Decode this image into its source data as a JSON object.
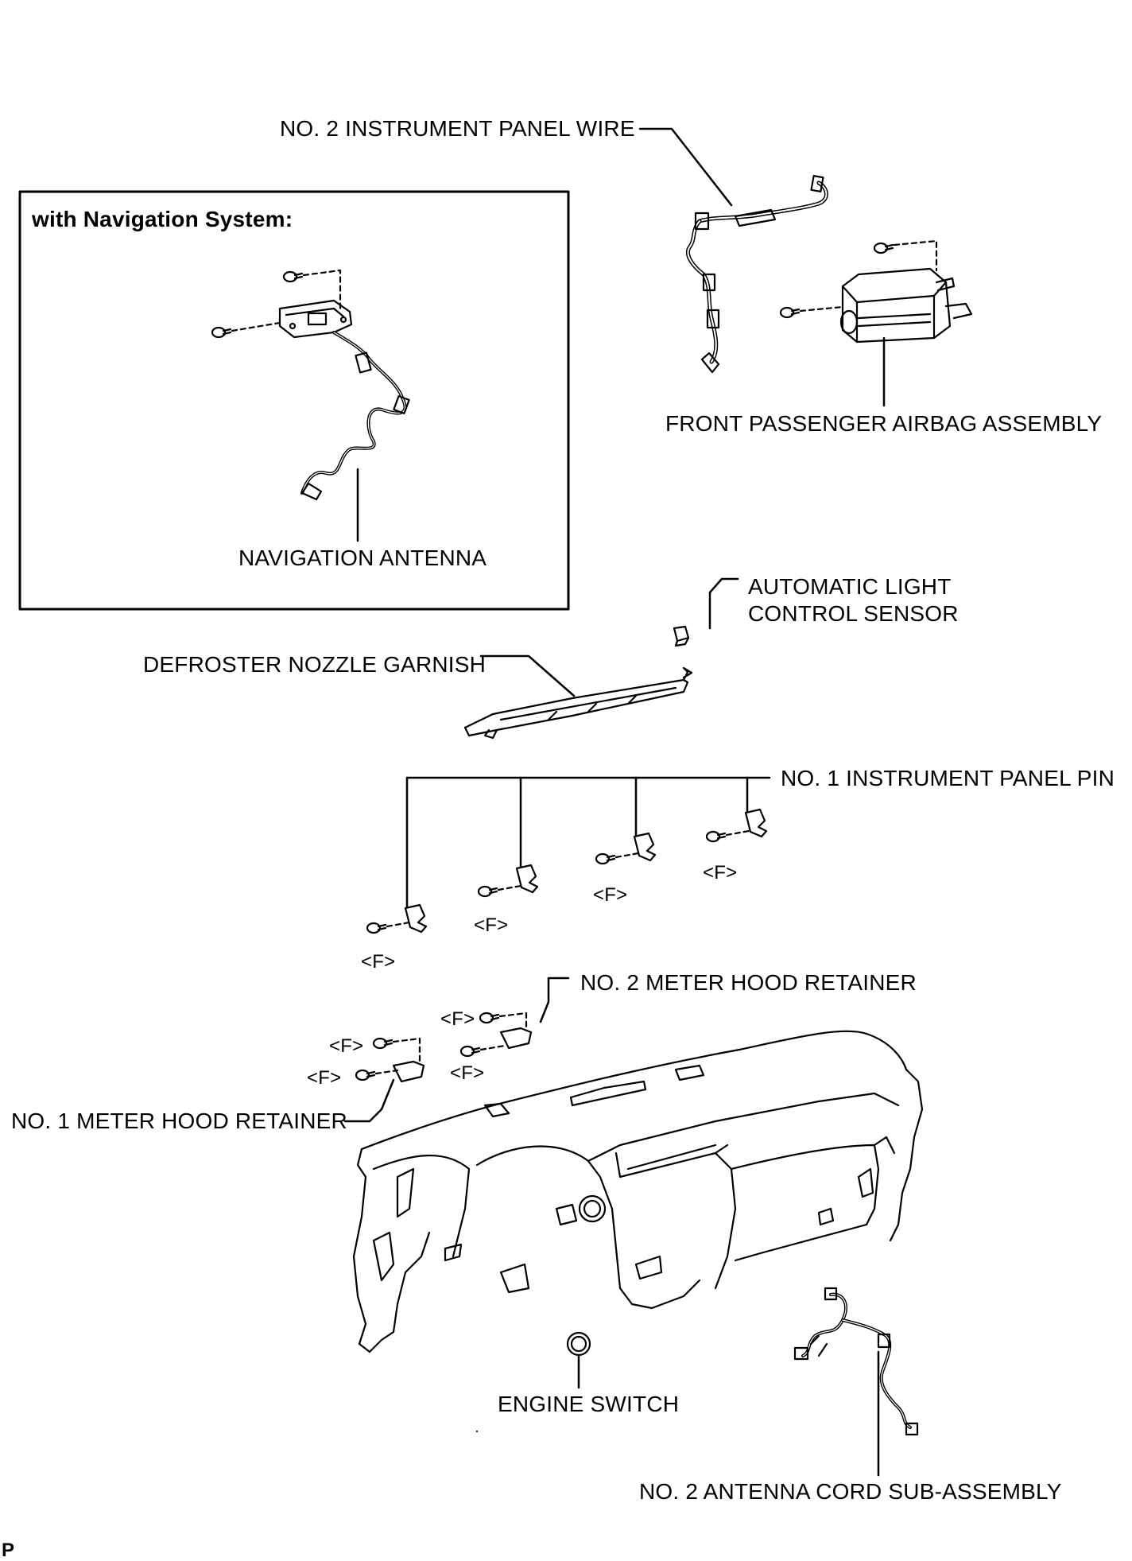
{
  "inset": {
    "title": "with Navigation System:",
    "part_label": "NAVIGATION ANTENNA"
  },
  "labels": {
    "no2_instrument_panel_wire": "NO. 2 INSTRUMENT PANEL WIRE",
    "front_passenger_airbag_assembly": "FRONT PASSENGER AIRBAG ASSEMBLY",
    "automatic_light_control_sensor_line1": "AUTOMATIC LIGHT",
    "automatic_light_control_sensor_line2": "CONTROL SENSOR",
    "defroster_nozzle_garnish": "DEFROSTER NOZZLE GARNISH",
    "no1_instrument_panel_pin": "NO. 1 INSTRUMENT PANEL PIN",
    "no2_meter_hood_retainer": "NO. 2 METER HOOD RETAINER",
    "no1_meter_hood_retainer": "NO. 1 METER HOOD RETAINER",
    "engine_switch": "ENGINE SWITCH",
    "no2_antenna_cord_sub_assembly": "NO. 2 ANTENNA CORD SUB-ASSEMBLY"
  },
  "fastener_mark": "<F>",
  "figure_code": "P"
}
